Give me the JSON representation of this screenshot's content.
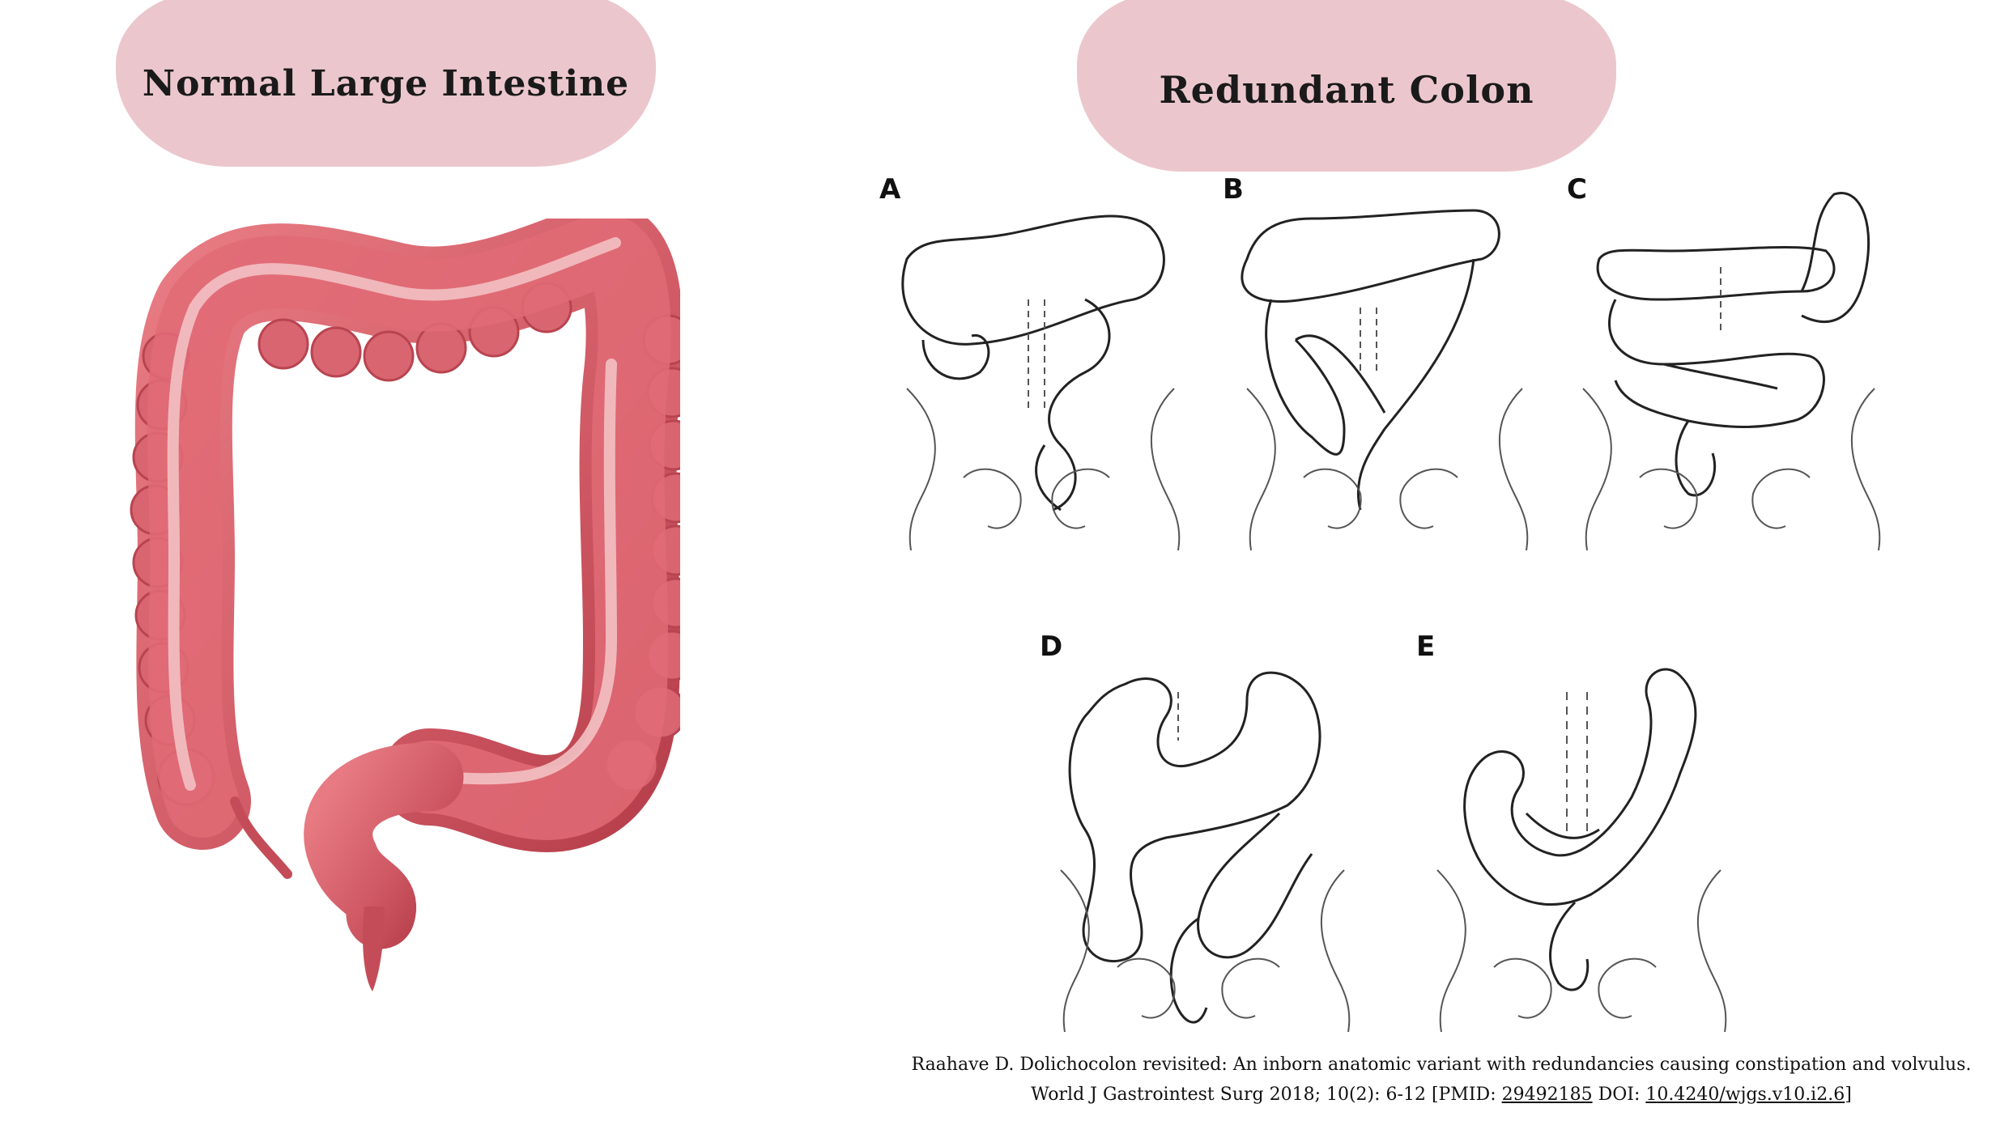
{
  "headings": {
    "normal": "Normal Large Intestine",
    "redundant": "Redundant Colon"
  },
  "panels": [
    "A",
    "B",
    "C",
    "D",
    "E"
  ],
  "citation": {
    "text_1": "Raahave D. Dolichocolon revisited: An inborn anatomic variant with redundancies causing constipation and volvulus. World J Gastrointest Surg 2018; 10(2): 6-12 [PMID: ",
    "pmid": "29492185",
    "text_2": " DOI: ",
    "doi": "10.4240/wjgs.v10.i2.6",
    "text_3": "]"
  },
  "colors": {
    "pill": "#ebc7cd",
    "colon": "#d9606a",
    "colon_dark": "#b8414d",
    "colon_band": "#f0b6b8"
  }
}
